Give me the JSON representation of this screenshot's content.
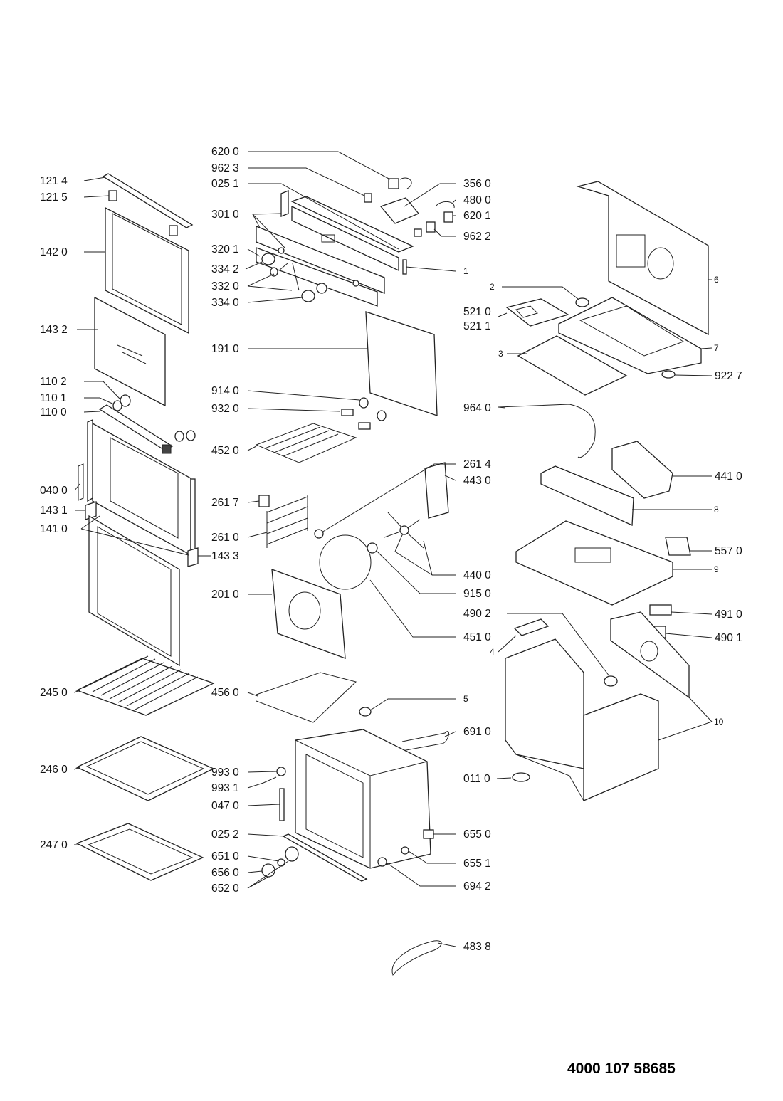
{
  "document_code": "4000 107 58685",
  "labels": {
    "l_1214": "121 4",
    "l_1215": "121 5",
    "l_1420": "142 0",
    "l_1432": "143 2",
    "l_1102": "110 2",
    "l_1101": "110 1",
    "l_1100": "110 0",
    "l_0400": "040 0",
    "l_1431": "143 1",
    "l_1410": "141 0",
    "l_2450": "245 0",
    "l_2460": "246 0",
    "l_2470": "247 0",
    "l_6200": "620 0",
    "l_9623": "962 3",
    "l_0251": "025 1",
    "l_3010": "301 0",
    "l_3201": "320 1",
    "l_3342": "334 2",
    "l_3320": "332 0",
    "l_3340": "334 0",
    "l_1910": "191 0",
    "l_9140": "914 0",
    "l_9320": "932 0",
    "l_4520": "452 0",
    "l_2617": "261 7",
    "l_2610": "261 0",
    "l_1433": "143 3",
    "l_2010": "201 0",
    "l_4560": "456 0",
    "l_9930": "993 0",
    "l_9931": "993 1",
    "l_0470": "047 0",
    "l_0252": "025 2",
    "l_6510": "651 0",
    "l_6560": "656 0",
    "l_6520": "652 0",
    "l_3560": "356 0",
    "l_4800": "480 0",
    "l_6201": "620 1",
    "l_9622": "962 2",
    "l_c1": "1",
    "l_2614": "261 4",
    "l_4430": "443 0",
    "l_4400": "440 0",
    "l_9150": "915 0",
    "l_4510": "451 0",
    "l_c5": "5",
    "l_6910": "691 0",
    "l_0110": "011 0",
    "l_6550": "655 0",
    "l_6551": "655 1",
    "l_6942": "694 2",
    "l_4838": "483 8",
    "l_c2": "2",
    "l_5210": "521 0",
    "l_5211": "521 1",
    "l_c3": "3",
    "l_c6": "6",
    "l_c7": "7",
    "l_9227": "922 7",
    "l_9640": "964 0",
    "l_4410": "441 0",
    "l_c8": "8",
    "l_5570": "557 0",
    "l_c9": "9",
    "l_4902": "490 2",
    "l_4910": "491 0",
    "l_4901": "490 1",
    "l_c4": "4",
    "l_c10": "10"
  }
}
